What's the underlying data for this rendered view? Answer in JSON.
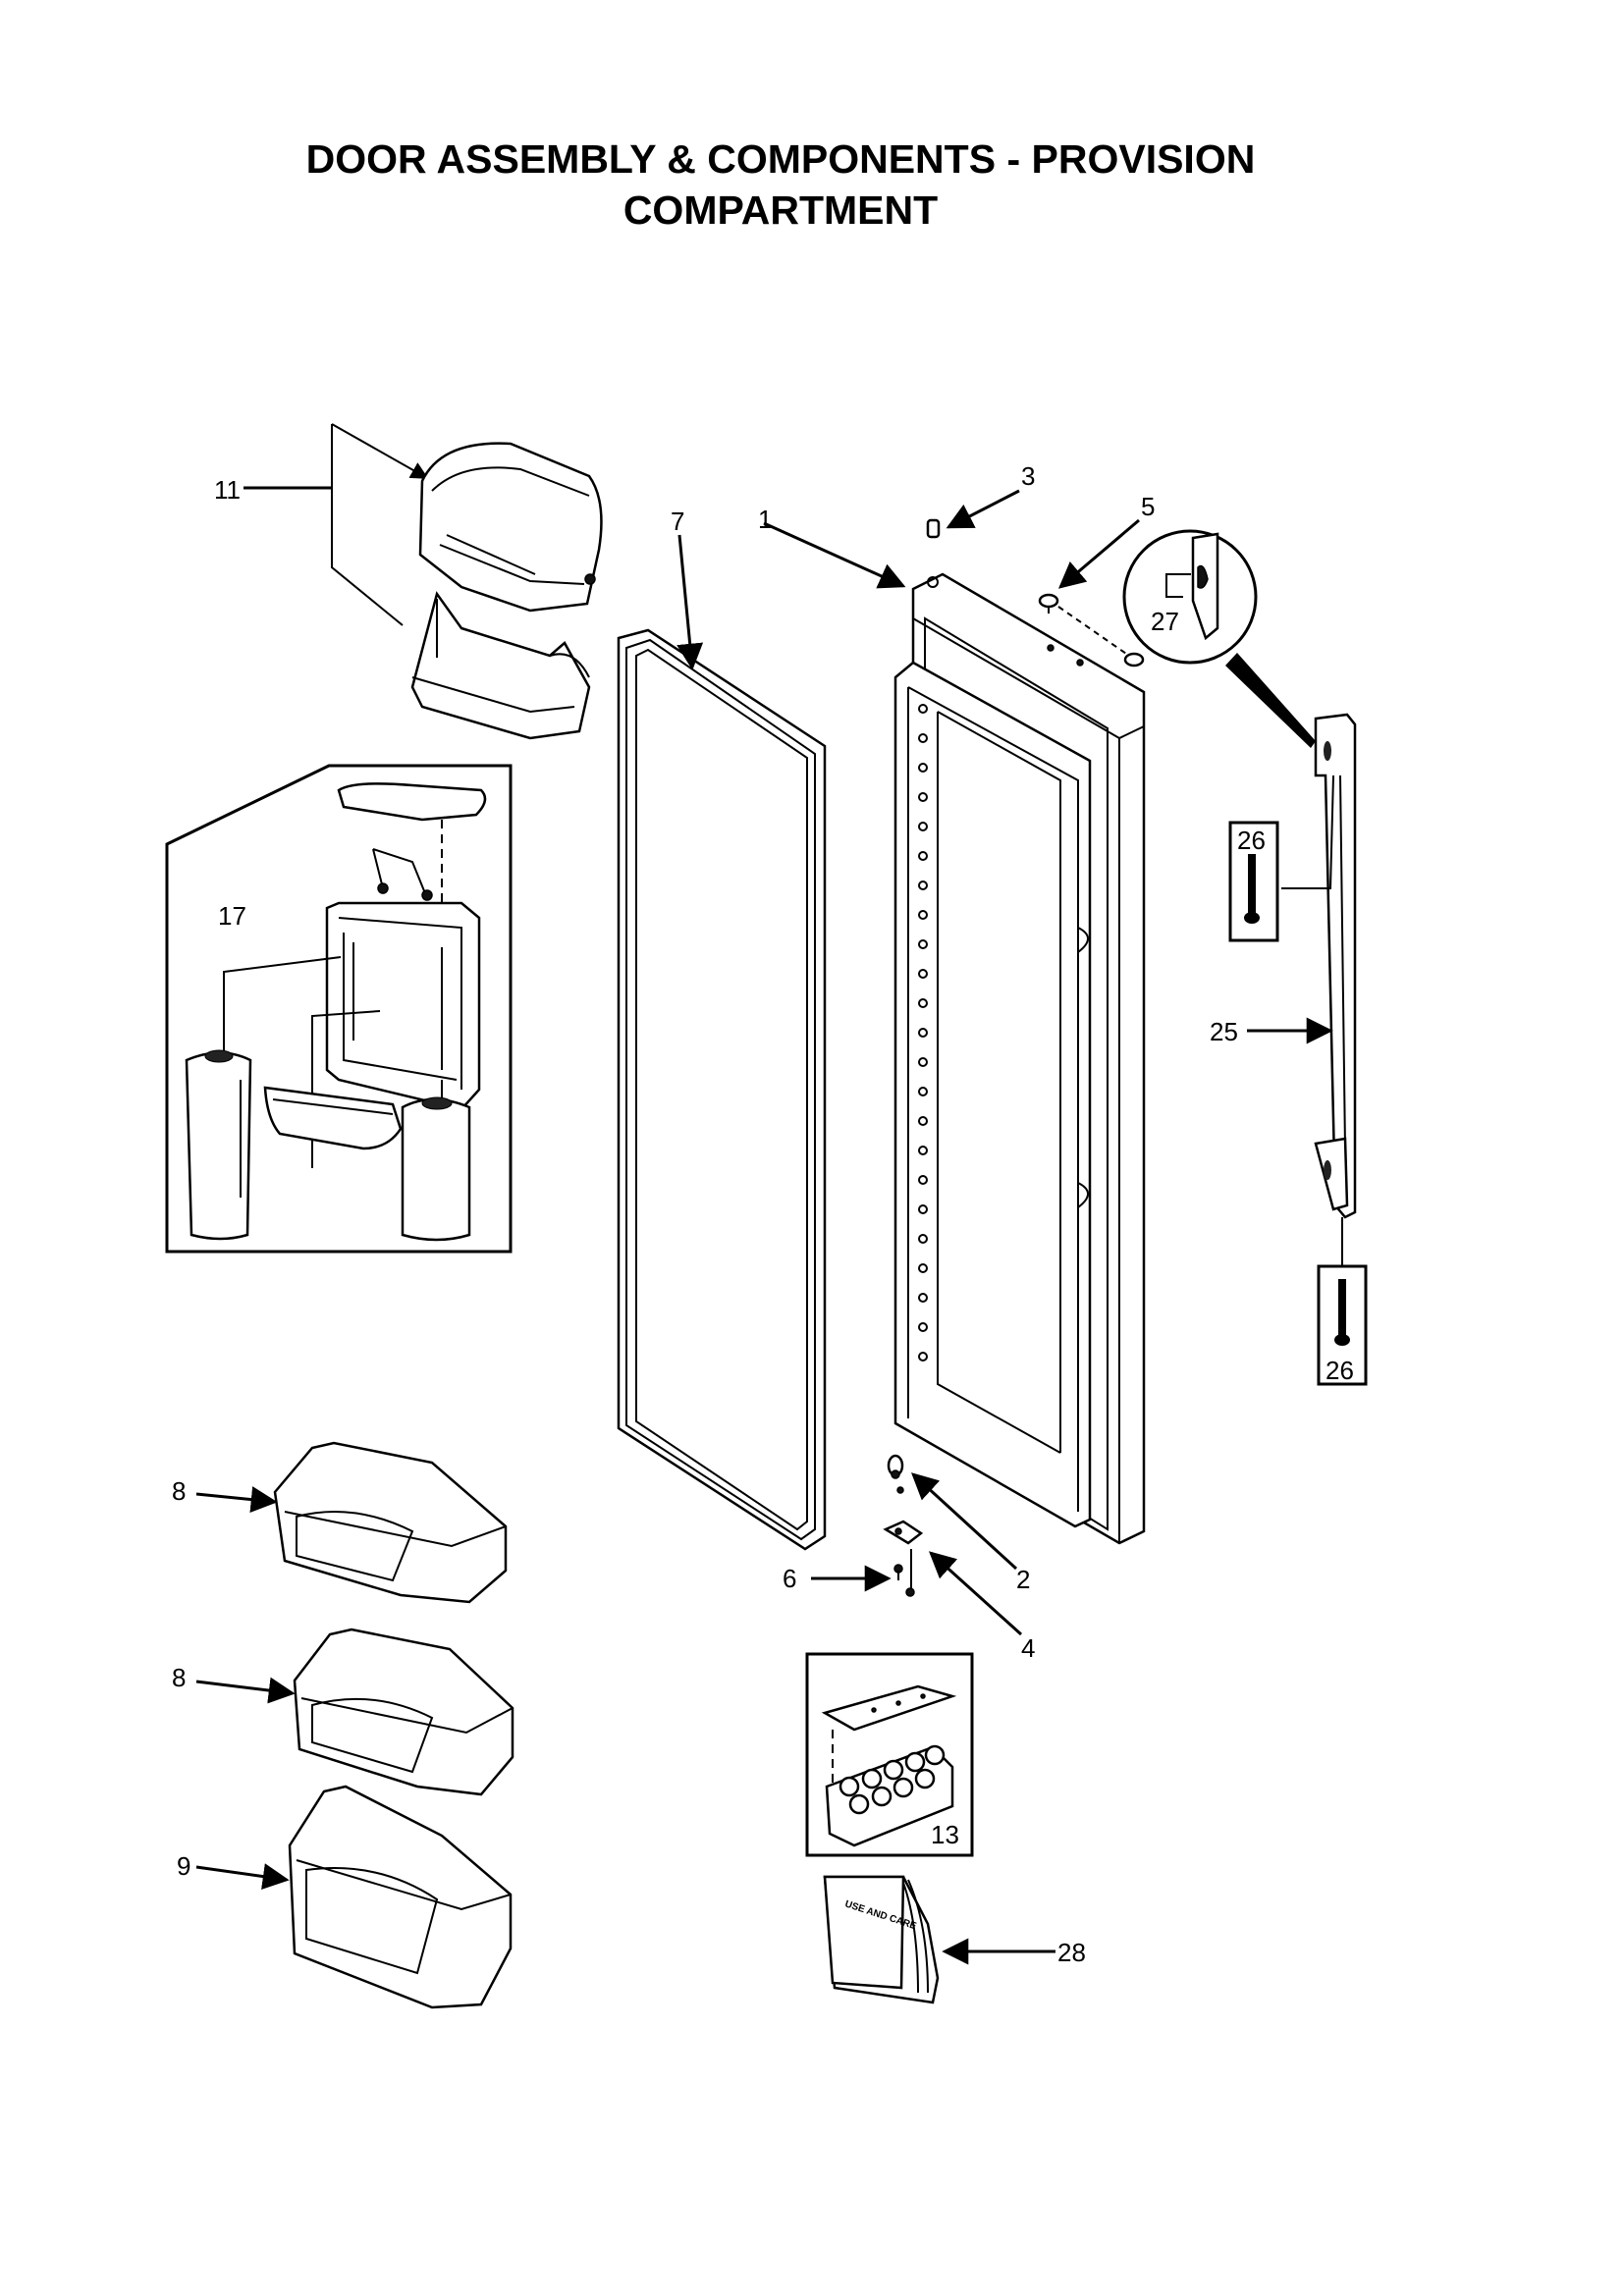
{
  "title": {
    "line1": "DOOR ASSEMBLY & COMPONENTS - PROVISION",
    "line2": "COMPARTMENT"
  },
  "callouts": {
    "c11": "11",
    "c7": "7",
    "c1": "1",
    "c3": "3",
    "c5": "5",
    "c27": "27",
    "c17": "17",
    "c26a": "26",
    "c25": "25",
    "c26b": "26",
    "c8a": "8",
    "c8b": "8",
    "c9": "9",
    "c2": "2",
    "c6": "6",
    "c4": "4",
    "c13": "13",
    "c28": "28"
  },
  "manual_cover_text": "USE AND CARE"
}
